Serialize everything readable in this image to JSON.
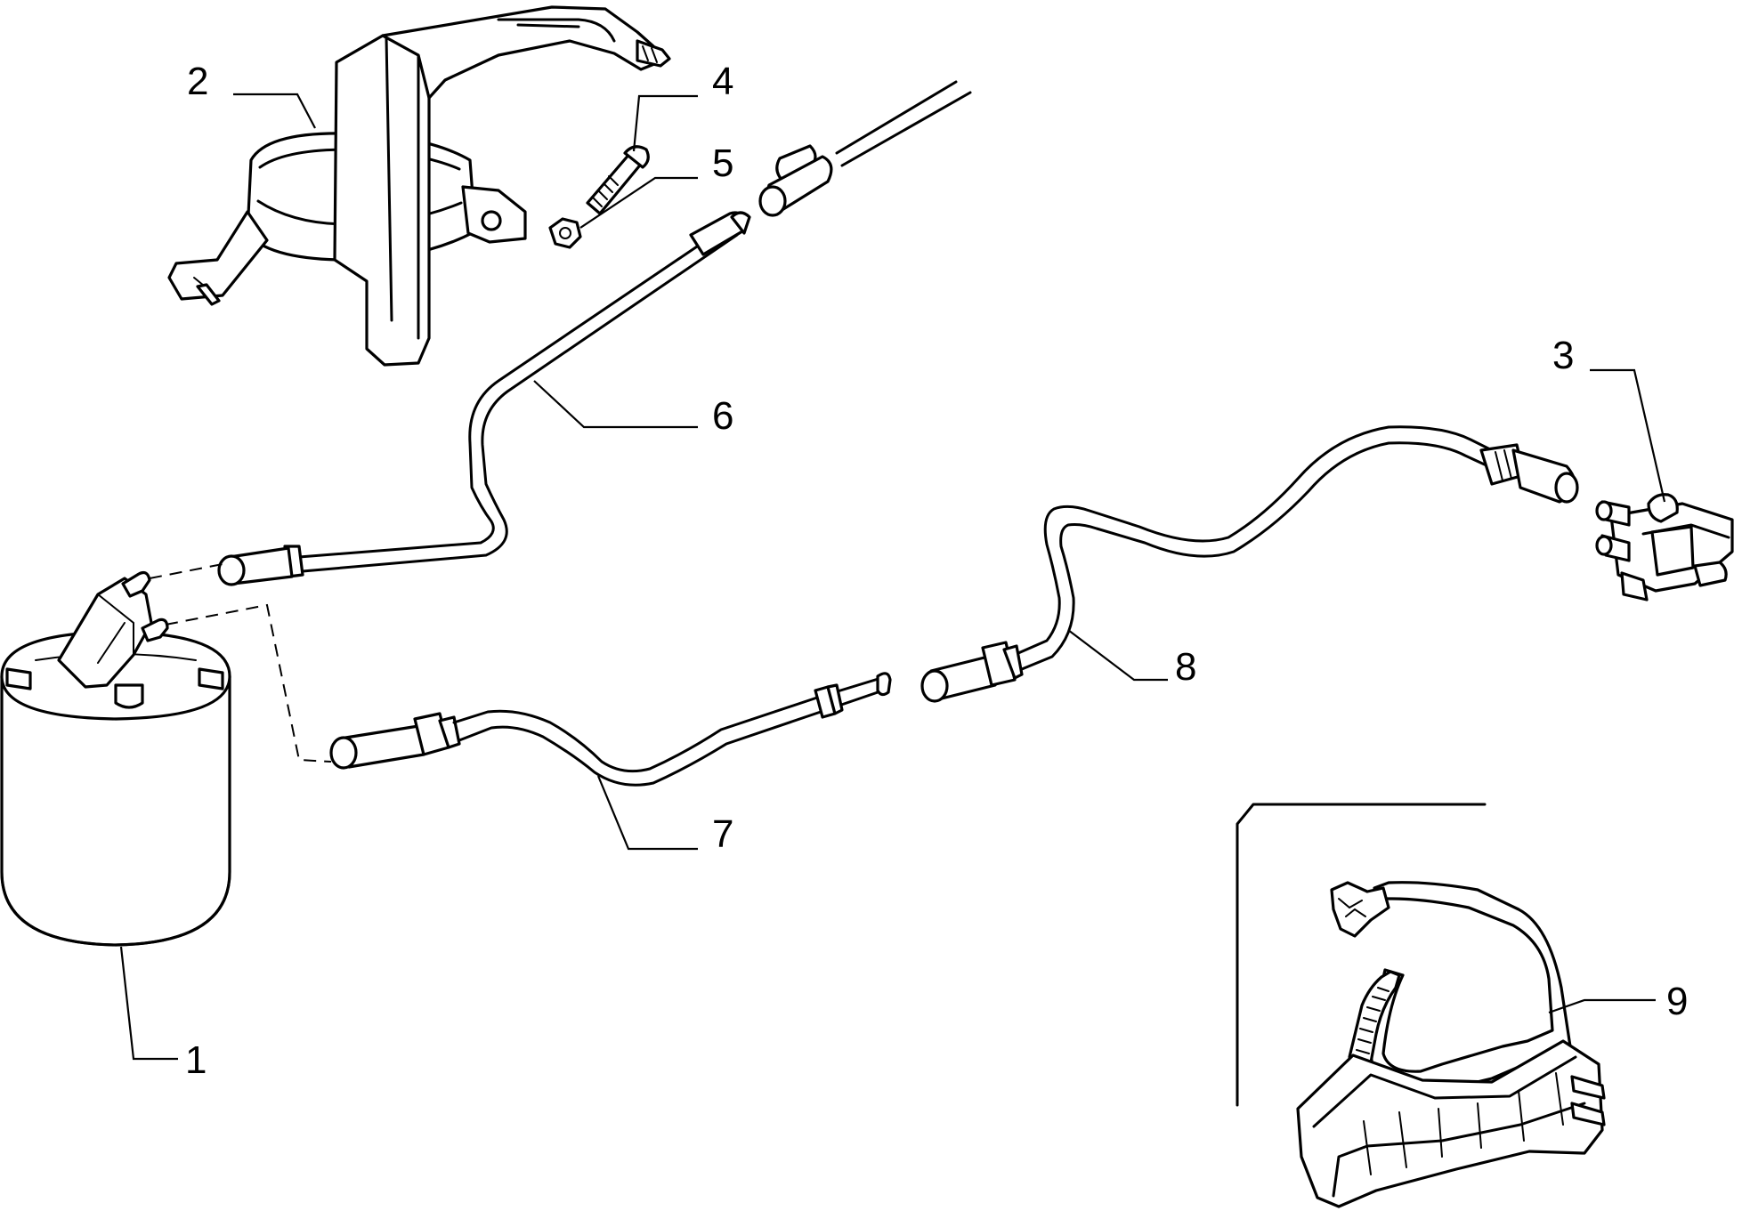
{
  "diagram": {
    "callouts": [
      {
        "id": "1",
        "label": "1"
      },
      {
        "id": "2",
        "label": "2"
      },
      {
        "id": "3",
        "label": "3"
      },
      {
        "id": "4",
        "label": "4"
      },
      {
        "id": "5",
        "label": "5"
      },
      {
        "id": "6",
        "label": "6"
      },
      {
        "id": "7",
        "label": "7"
      },
      {
        "id": "8",
        "label": "8"
      },
      {
        "id": "9",
        "label": "9"
      }
    ],
    "colors": {
      "ink": "#000000",
      "paper": "#ffffff"
    }
  }
}
